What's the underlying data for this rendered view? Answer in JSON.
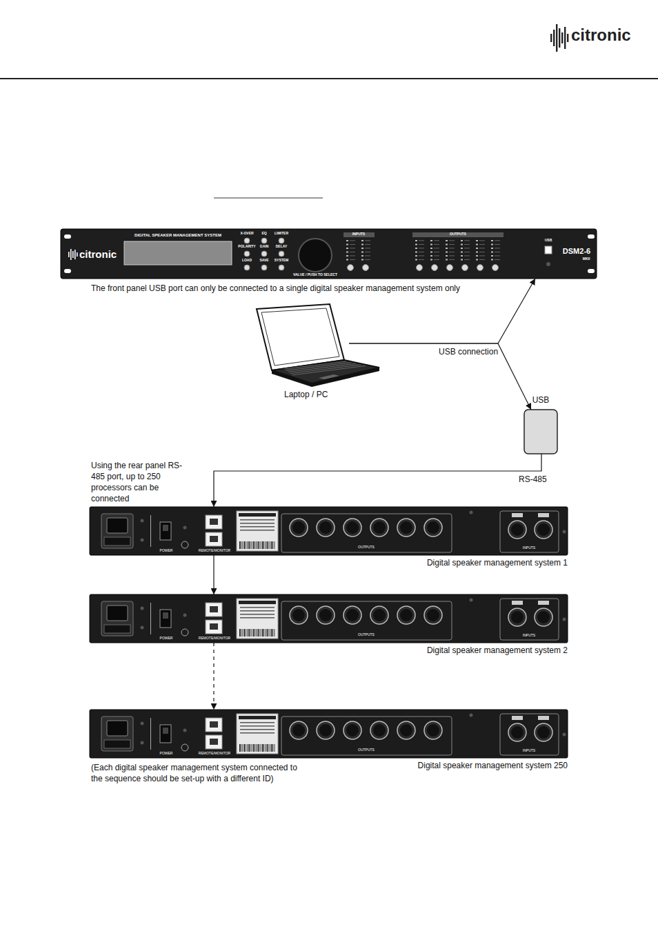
{
  "diagram": {
    "nodes": [
      {
        "text": [
          "DIGITAL SPEAKER MANAGEMENT SYSTEM",
          "citronic",
          "X-OVER",
          "EQ",
          "LIMITER",
          "POLARITY",
          "GAIN",
          "DELAY",
          "LOAD",
          "SAVE",
          "SYSTEM",
          "VALUE / PUSH TO SELECT",
          "INPUTS",
          "OUTPUTS",
          "USB",
          "DSM2-6",
          "MKII"
        ]
      },
      {
        "text": [
          "Laptop / PC"
        ]
      },
      {
        "text": [
          "USB"
        ]
      },
      {
        "text": [
          "POWER",
          "REMOTE/MONITOR",
          "OUTPUTS",
          "INPUTS",
          "Digital speaker management system 1"
        ]
      },
      {
        "text": [
          "POWER",
          "REMOTE/MONITOR",
          "OUTPUTS",
          "INPUTS",
          "Digital speaker management system 2"
        ]
      },
      {
        "text": [
          "POWER",
          "REMOTE/MONITOR",
          "OUTPUTS",
          "INPUTS",
          "Digital speaker management system 250"
        ]
      }
    ],
    "edges": [
      {
        "from": 1,
        "to": 0,
        "arrow": "to"
      },
      {
        "from": 1,
        "to": 2,
        "arrow": "to"
      },
      {
        "from": 2,
        "to": 3,
        "label": "RS-485",
        "arrow": "to"
      },
      {
        "from": 3,
        "to": 4,
        "arrow": "to"
      },
      {
        "from": 4,
        "to": 5,
        "arrow": "to"
      }
    ],
    "labels": [
      "citronic",
      "The front panel USB port can only be connected to a single digital speaker management system only",
      "USB connection",
      "Using the rear panel RS-485 port, up to 250 processors can be connected",
      "(Each digital speaker management system connected to the sequence should be set-up with a different ID)"
    ]
  }
}
